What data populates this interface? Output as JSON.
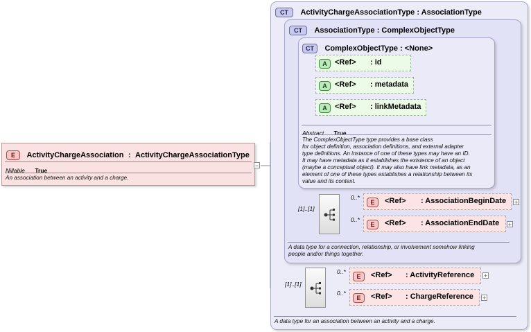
{
  "root": {
    "badge": "E",
    "name": "ActivityChargeAssociation",
    "type_sep": ":",
    "type": "ActivityChargeAssociationType",
    "prop_key": "Nillable",
    "prop_value": "True",
    "doc": "An association between an activity and a charge."
  },
  "outer_ct": {
    "badge": "CT",
    "title": "ActivityChargeAssociationType : AssociationType",
    "doc": "A data type for an association between an activity and a charge.",
    "occurrence": "[1]..[1]",
    "elements": [
      {
        "badge": "E",
        "ref": "<Ref>",
        "name": ": ActivityReference",
        "occurrence": "0..*"
      },
      {
        "badge": "E",
        "ref": "<Ref>",
        "name": ": ChargeReference",
        "occurrence": "0..*"
      }
    ]
  },
  "mid_ct": {
    "badge": "CT",
    "title": "AssociationType : ComplexObjectType",
    "doc_lines": [
      "A data type for a connection, relationship, or involvement somehow linking",
      "people and/or things together."
    ],
    "occurrence": "[1]..[1]",
    "elements": [
      {
        "badge": "E",
        "ref": "<Ref>",
        "name": ": AssociationBeginDate",
        "occurrence": "0..*"
      },
      {
        "badge": "E",
        "ref": "<Ref>",
        "name": ": AssociationEndDate",
        "occurrence": "0..*"
      }
    ]
  },
  "inner_ct": {
    "badge": "CT",
    "title": "ComplexObjectType : <None>",
    "attributes": [
      {
        "badge": "A",
        "ref": "<Ref>",
        "name": ": id"
      },
      {
        "badge": "A",
        "ref": "<Ref>",
        "name": ": metadata"
      },
      {
        "badge": "A",
        "ref": "<Ref>",
        "name": ": linkMetadata"
      }
    ],
    "prop_key": "Abstract",
    "prop_value": "True",
    "doc_lines": [
      "The ComplexObjectType type provides a base class",
      "for object definition, association definitions, and external adapter",
      "type definitions. An instance of one of these types may have an ID.",
      "It may have metadata as it establishes the existence of an object",
      "(maybe a conceptual object). It may also have link metadata, as an",
      "element of one of these types establishes a relationship between its",
      "value and its context."
    ]
  },
  "expand_symbols": {
    "collapse": "−",
    "expand": "+"
  }
}
